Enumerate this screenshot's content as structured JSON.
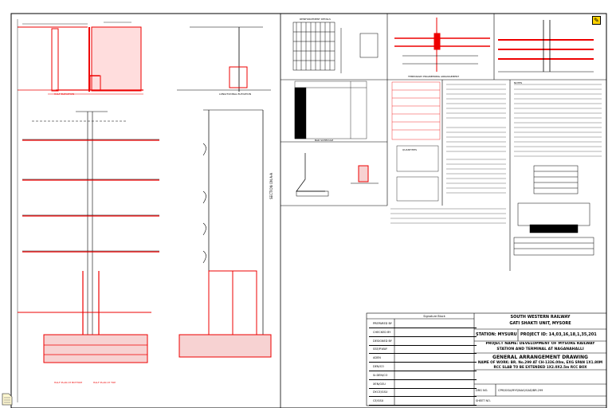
{
  "title_block": {
    "org_line1": "SOUTH WESTERN RAILWAY",
    "org_line2": "GATI SHAKTI UNIT, MYSORE",
    "station": "STATION: MYSURU",
    "project_id": "PROJECT ID: 14,03,16,18,1,35,201",
    "project_name": "PROJECT NAME: DEVELOPMENT OF MYSORE RAILWAY STATION AND TERMINAL AT NAGANAHALLI",
    "drawing_title": "GENERAL ARRANGEMENT DRAWING",
    "work_name": "NAME OF WORK: BR. No.299 AT CH-1336.00m, EXG SPAN 1X1.80M RCC SLAB TO BE EXTENDED 1X2.0X2.5m RCC BOX",
    "signature_header": "Signature Block",
    "drawing_no_label": "DRG NO.",
    "drawing_no_value": "CPM/GSU/MYS/NAG/GAD/BR.299",
    "sheet_label": "SHEET NO."
  },
  "signature_rows": [
    {
      "name": "PREPARED BY",
      "desc": ""
    },
    {
      "name": "CHECKED BY",
      "desc": ""
    },
    {
      "name": "DESIGNED BY",
      "desc": ""
    },
    {
      "name": "SSE/P.WAY",
      "desc": ""
    },
    {
      "name": "ADEN",
      "desc": ""
    },
    {
      "name": "DEN/CO",
      "desc": ""
    },
    {
      "name": "Sr.DEN/CO",
      "desc": ""
    },
    {
      "name": "XEN/GSU",
      "desc": ""
    },
    {
      "name": "DY.CE/GSU",
      "desc": ""
    },
    {
      "name": "CE/GSU",
      "desc": ""
    }
  ],
  "drawing_labels": {
    "half_elevation": "HALF ELEVATION",
    "longitudinal_section": "LONGITUDINAL ELEVATION",
    "section_a_a": "SECTION ON A-A",
    "half_plan_top": "HALF PLAN AT TOP",
    "half_plan_bottom": "HALF PLAN AT BOTTOM",
    "reinforcement": "REINFORCEMENT DETAILS",
    "temporary_arrangement": "TEMPORARY ENGINEERING ARRANGEMENT",
    "notes": "NOTES",
    "bar_schedule": "BAR SCHEDULE",
    "quantities": "QUANTITIES"
  },
  "colors": {
    "line": "#000000",
    "accent": "#ee0000",
    "badge": "#ffd400"
  },
  "icons": {
    "doc_icon": "document-icon",
    "corner_badge": "pencil-icon"
  }
}
